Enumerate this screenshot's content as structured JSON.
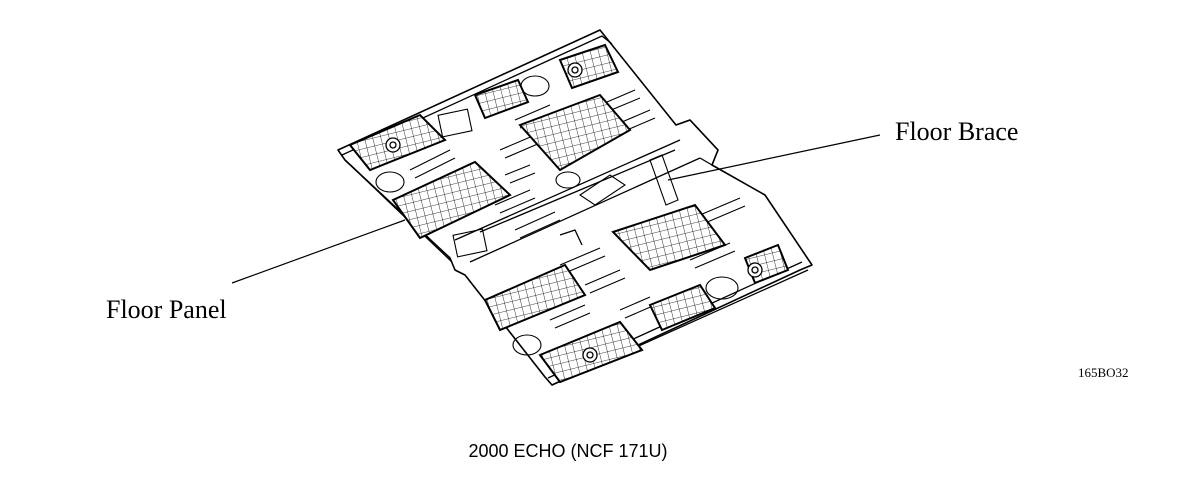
{
  "callouts": {
    "floor_brace": "Floor Brace",
    "floor_panel": "Floor Panel"
  },
  "figure_code": "165BO32",
  "caption": "2000 ECHO (NCF 171U)"
}
